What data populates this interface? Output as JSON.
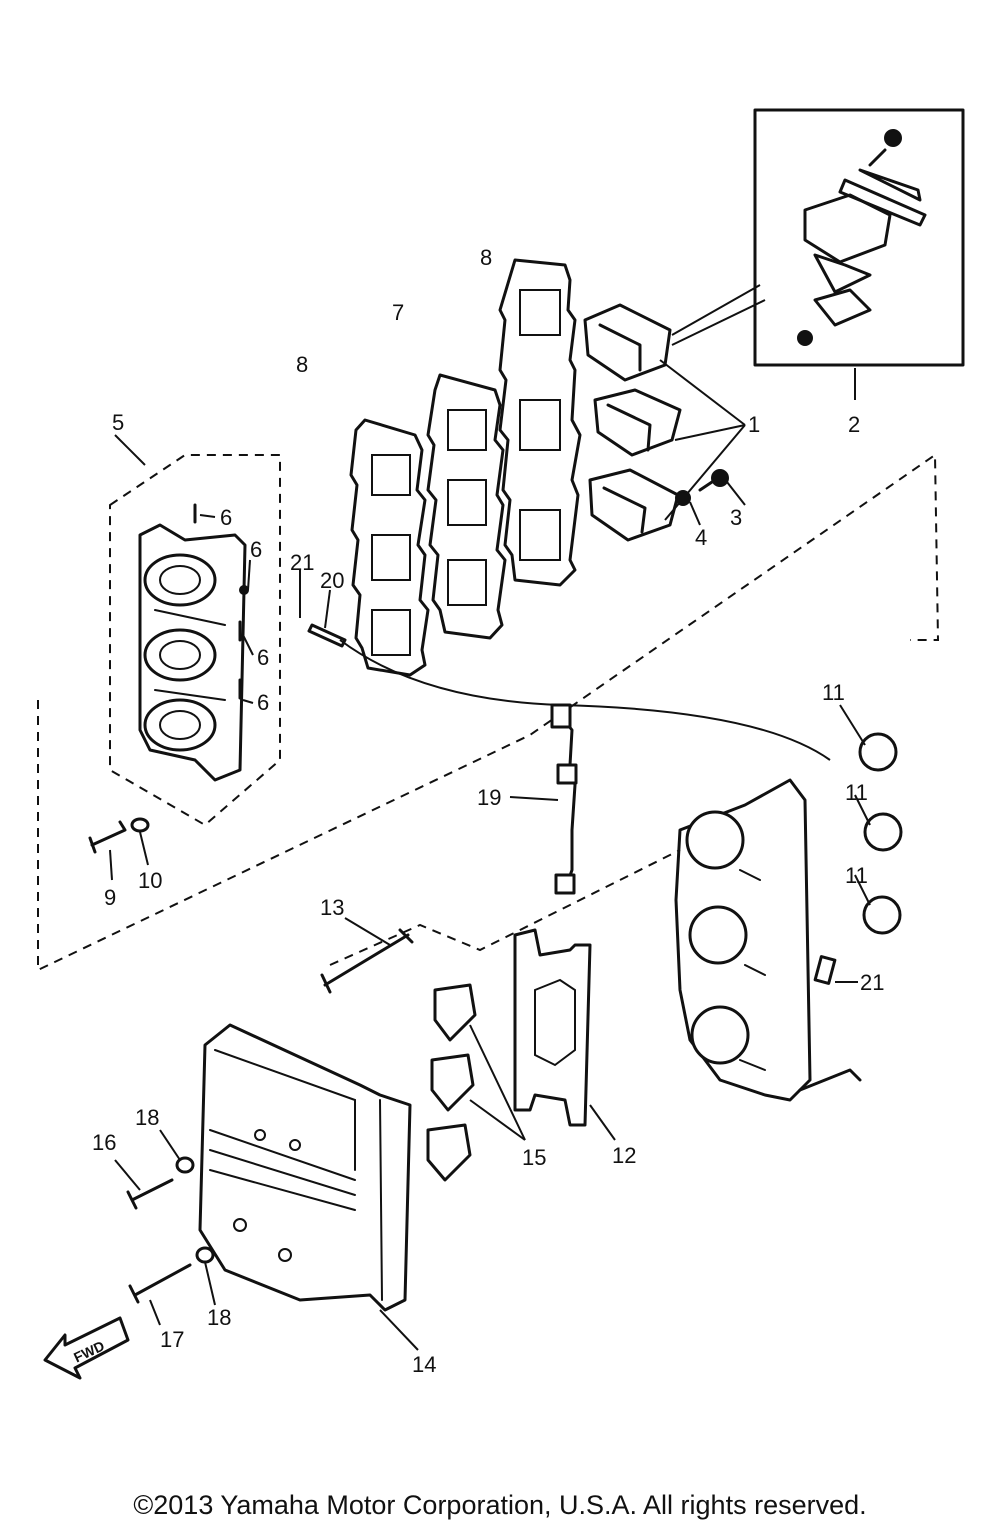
{
  "callouts": {
    "c1": "1",
    "c2": "2",
    "c3": "3",
    "c4": "4",
    "c5": "5",
    "c6a": "6",
    "c6b": "6",
    "c6c": "6",
    "c6d": "6",
    "c7": "7",
    "c8a": "8",
    "c8b": "8",
    "c9": "9",
    "c10": "10",
    "c11a": "11",
    "c11b": "11",
    "c11c": "11",
    "c12": "12",
    "c13": "13",
    "c14": "14",
    "c15": "15",
    "c16": "16",
    "c17": "17",
    "c18a": "18",
    "c18b": "18",
    "c19": "19",
    "c20": "20",
    "c21a": "21",
    "c21b": "21"
  },
  "fwd_label": "FWD",
  "copyright": "©2013 Yamaha Motor Corporation, U.S.A. All rights reserved."
}
